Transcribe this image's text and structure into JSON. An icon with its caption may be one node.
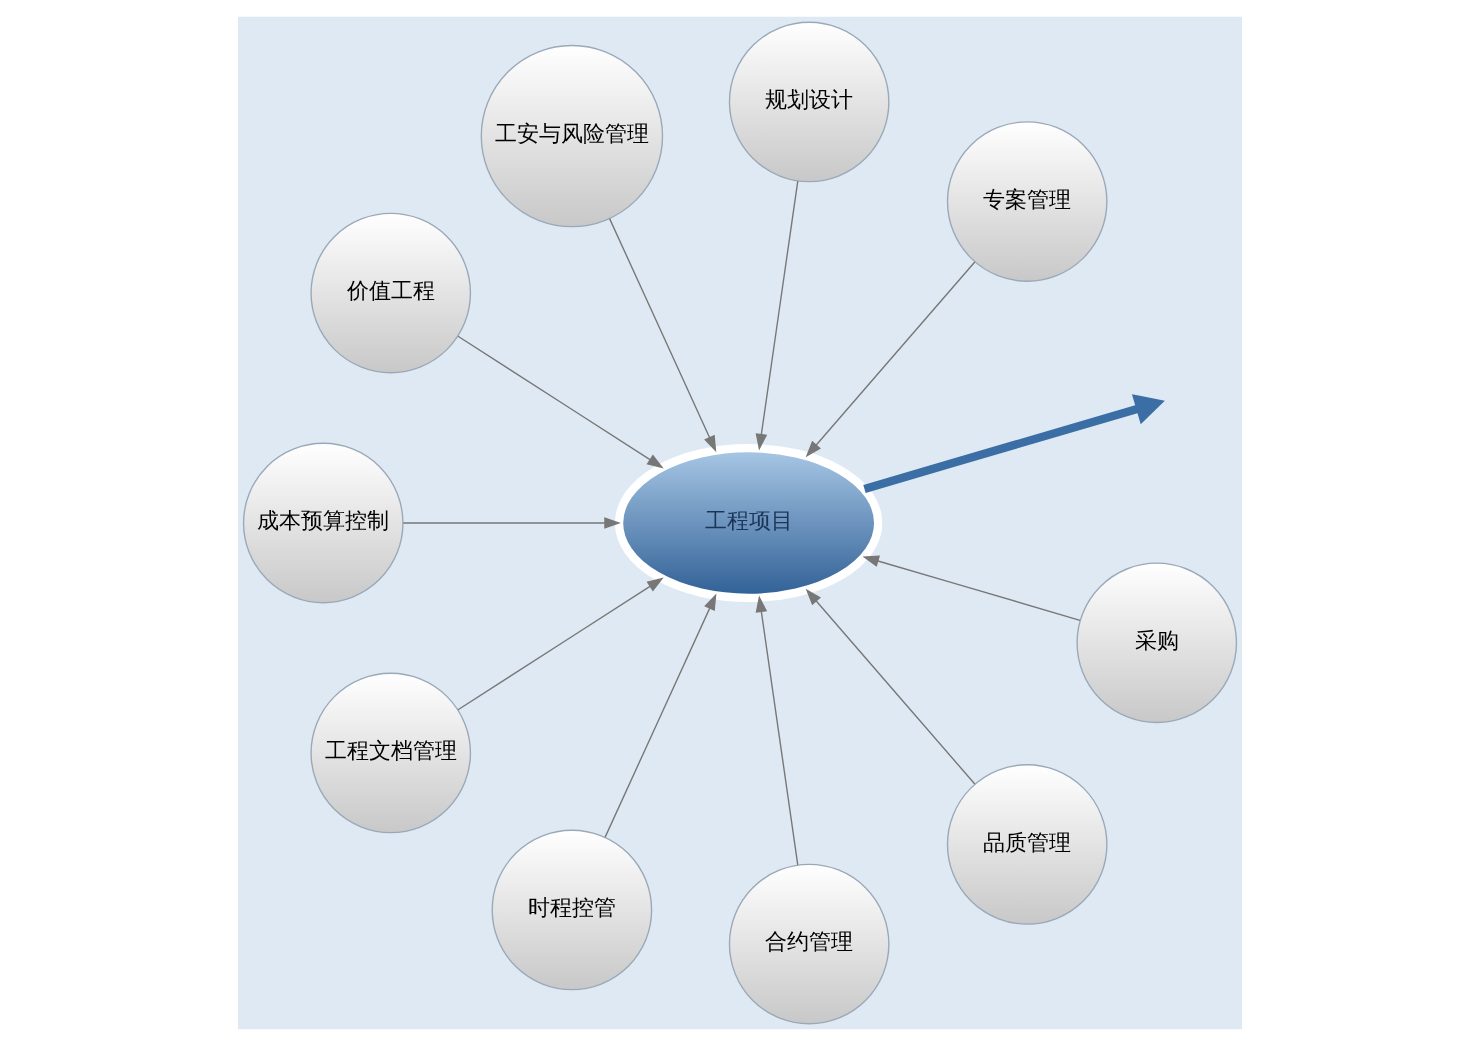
{
  "diagram": {
    "nodes": [
      {
        "text": [
          "专案管理"
        ]
      },
      {
        "text": [
          "规划设计"
        ]
      },
      {
        "text": [
          "工安与风险管理"
        ]
      },
      {
        "text": [
          "价值工程"
        ]
      },
      {
        "text": [
          "成本预算控制"
        ]
      },
      {
        "text": [
          "工程项目"
        ]
      },
      {
        "text": [
          "工程文档管理"
        ]
      },
      {
        "text": [
          "时程控管"
        ]
      },
      {
        "text": [
          "合约管理"
        ]
      },
      {
        "text": [
          "品质管理"
        ]
      },
      {
        "text": [
          "采购"
        ]
      }
    ],
    "edges": [
      {
        "from": 0,
        "to": 5,
        "arrow": "to"
      },
      {
        "from": 1,
        "to": 5,
        "arrow": "to"
      },
      {
        "from": 2,
        "to": 5,
        "arrow": "to"
      },
      {
        "from": 3,
        "to": 5,
        "arrow": "to"
      },
      {
        "from": 4,
        "to": 5,
        "arrow": "to"
      },
      {
        "from": 6,
        "to": 5,
        "arrow": "to"
      },
      {
        "from": 7,
        "to": 5,
        "arrow": "to"
      },
      {
        "from": 8,
        "to": 5,
        "arrow": "to"
      },
      {
        "from": 9,
        "to": 5,
        "arrow": "to"
      },
      {
        "from": 10,
        "to": 5,
        "arrow": "to"
      },
      {
        "from": 5,
        "to": null,
        "arrow": "to",
        "style": "thick",
        "color": "#3a6ea5"
      }
    ]
  }
}
